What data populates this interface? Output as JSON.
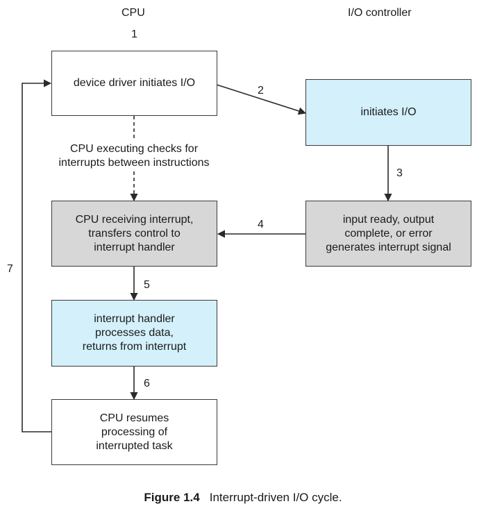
{
  "columns": {
    "cpu_title": "CPU",
    "io_title": "I/O controller"
  },
  "boxes": {
    "driver_initiates": "device driver initiates I/O",
    "io_initiates": "initiates I/O",
    "cpu_receiving": "CPU receiving interrupt,\ntransfers control to\ninterrupt handler",
    "input_ready": "input ready, output\ncomplete, or error\ngenerates interrupt signal",
    "handler_processes": "interrupt handler\nprocesses data,\nreturns from interrupt",
    "cpu_resumes": "CPU resumes\nprocessing of\ninterrupted task"
  },
  "note": "CPU executing checks for\ninterrupts between instructions",
  "steps": {
    "s1": "1",
    "s2": "2",
    "s3": "3",
    "s4": "4",
    "s5": "5",
    "s6": "6",
    "s7": "7"
  },
  "caption": {
    "label": "Figure 1.4",
    "text": "Interrupt-driven I/O cycle."
  },
  "colors": {
    "cyan_box": "#d3f0fb",
    "gray_box": "#d7d7d7",
    "line": "#2a2a2a"
  }
}
